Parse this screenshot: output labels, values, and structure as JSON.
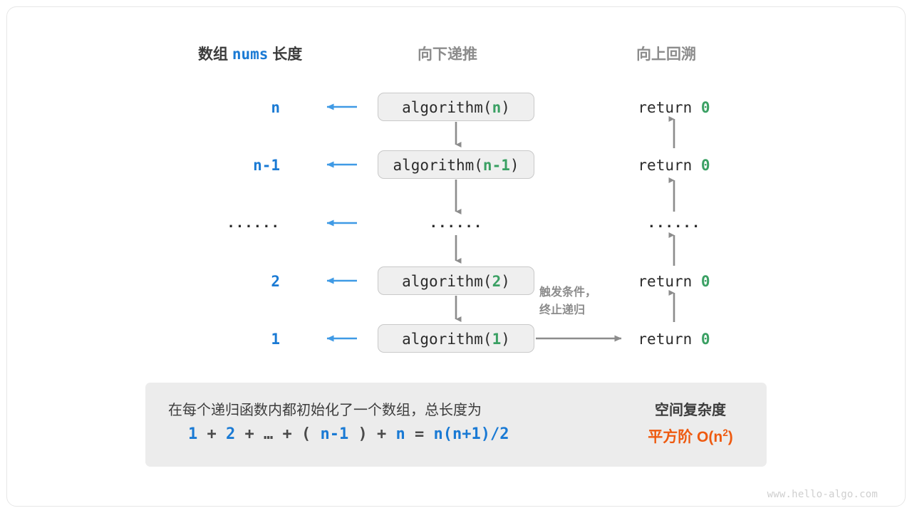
{
  "headers": {
    "left_prefix": "数组",
    "left_code": "nums",
    "left_suffix": "长度",
    "middle": "向下递推",
    "right": "向上回溯"
  },
  "rows": [
    {
      "length": "n",
      "call_prefix": "algorithm(",
      "call_arg": "n",
      "call_suffix": ")",
      "return_label": "return",
      "return_value": "0",
      "is_ellipsis": false
    },
    {
      "length": "n-1",
      "call_prefix": "algorithm(",
      "call_arg": "n-1",
      "call_suffix": ")",
      "return_label": "return",
      "return_value": "0",
      "is_ellipsis": false
    },
    {
      "length": "······",
      "call_prefix": "",
      "call_arg": "······",
      "call_suffix": "",
      "return_label": "······",
      "return_value": "",
      "is_ellipsis": true
    },
    {
      "length": "2",
      "call_prefix": "algorithm(",
      "call_arg": "2",
      "call_suffix": ")",
      "return_label": "return",
      "return_value": "0",
      "is_ellipsis": false
    },
    {
      "length": "1",
      "call_prefix": "algorithm(",
      "call_arg": "1",
      "call_suffix": ")",
      "return_label": "return",
      "return_value": "0",
      "is_ellipsis": false
    }
  ],
  "base_case_note": {
    "line1": "触发条件，",
    "line2": "终止递归"
  },
  "summary": {
    "text": "在每个递归函数内都初始化了一个数组，总长度为",
    "formula_parts": [
      {
        "t": "1",
        "k": "num"
      },
      {
        "t": "+",
        "k": "op"
      },
      {
        "t": "2",
        "k": "num"
      },
      {
        "t": "+",
        "k": "op"
      },
      {
        "t": "…",
        "k": "op"
      },
      {
        "t": "+",
        "k": "op"
      },
      {
        "t": "(",
        "k": "op"
      },
      {
        "t": "n-1",
        "k": "num"
      },
      {
        "t": ")",
        "k": "op"
      },
      {
        "t": "+",
        "k": "op"
      },
      {
        "t": "n",
        "k": "num"
      },
      {
        "t": "=",
        "k": "op"
      },
      {
        "t": "n(n+1)/2",
        "k": "num"
      }
    ],
    "right_title": "空间复杂度",
    "right_value_prefix": "平方阶  O(n",
    "right_value_sup": "2",
    "right_value_suffix": ")"
  },
  "watermark": "www.hello-algo.com",
  "colors": {
    "blue": "#1a7ad4",
    "green": "#3aa063",
    "orange": "#ee5a10",
    "gray_arrow": "#8c8c8c",
    "blue_arrow": "#3f9ae5",
    "box_fill": "#efefef",
    "panel_fill": "#ececec"
  }
}
